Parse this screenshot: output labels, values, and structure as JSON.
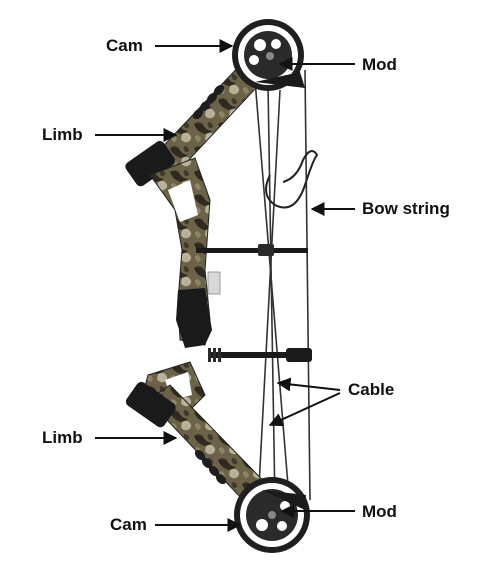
{
  "diagram": {
    "labels": {
      "cam_top": "Cam",
      "mod_top": "Mod",
      "limb_top": "Limb",
      "bow_string": "Bow string",
      "cable": "Cable",
      "limb_bottom": "Limb",
      "cam_bottom": "Cam",
      "mod_bottom": "Mod"
    },
    "colors": {
      "camo_base": "#6b6248",
      "camo_dark": "#2e2a1f",
      "camo_light": "#b8b29a",
      "black": "#1a1a1a",
      "string": "#333333"
    }
  }
}
